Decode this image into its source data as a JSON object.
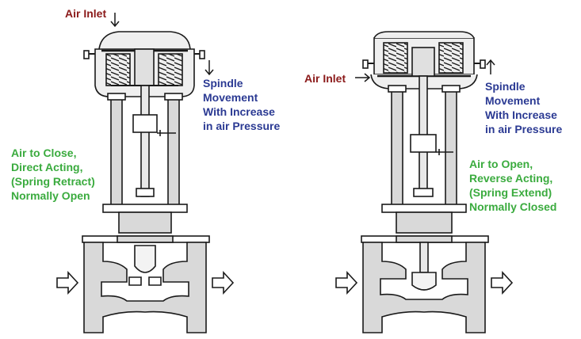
{
  "left_valve": {
    "air_inlet_label": "Air Inlet",
    "movement_lines": [
      "Spindle",
      "Movement",
      "With Increase",
      "in air Pressure"
    ],
    "action_lines": [
      "Air to Close,",
      "Direct Acting,",
      "(Spring Retract)",
      "Normally Open"
    ]
  },
  "right_valve": {
    "air_inlet_label": "Air Inlet",
    "movement_lines": [
      "Spindle",
      "Movement",
      "With Increase",
      "in air Pressure"
    ],
    "action_lines": [
      "Air to Open,",
      "Reverse Acting,",
      "(Spring Extend)",
      "Normally Closed"
    ]
  },
  "colors": {
    "inlet_text": "#8b1a1a",
    "movement_text": "#2b3a93",
    "action_text": "#3aab3e",
    "metal_fill": "#d9d9d9",
    "outline": "#1a1a1a"
  },
  "icons": [
    "arrow-down-icon",
    "arrow-up-icon",
    "arrow-right-icon",
    "flow-arrow-icon",
    "spring-icon"
  ]
}
